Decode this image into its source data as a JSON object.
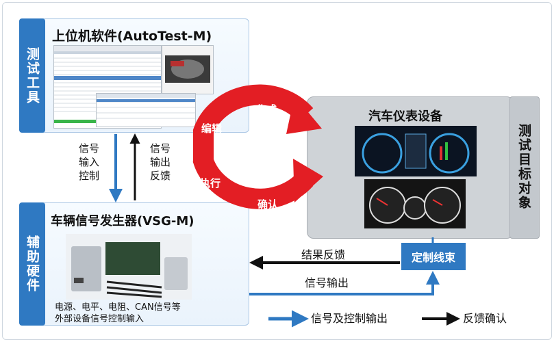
{
  "test_tools": {
    "tab": "测试工具",
    "title": "上位机软件(AutoTest-M)"
  },
  "aux_hardware": {
    "tab": "辅助硬件",
    "title": "车辆信号发生器(VSG-M)",
    "caption_line1": "电源、电平、电阻、CAN信号等",
    "caption_line2": "外部设备信号控制输入"
  },
  "target": {
    "tab": "测试目标对象",
    "title": "汽车仪表设备"
  },
  "cycle": {
    "create": "作成",
    "edit": "编辑",
    "execute": "执行",
    "confirm": "确认"
  },
  "vertical_links": {
    "down_label": [
      "信号",
      "输入",
      "控制"
    ],
    "up_label": [
      "信号",
      "输出",
      "反馈"
    ]
  },
  "harness": {
    "label": "定制线束",
    "feedback_label": "结果反馈",
    "output_label": "信号输出"
  },
  "legend": {
    "blue_arrow_label": "信号及控制输出",
    "black_arrow_label": "反馈确认"
  },
  "colors": {
    "blue": "#2f79c2",
    "red": "#e31e24",
    "gray": "#cfd3d7"
  }
}
